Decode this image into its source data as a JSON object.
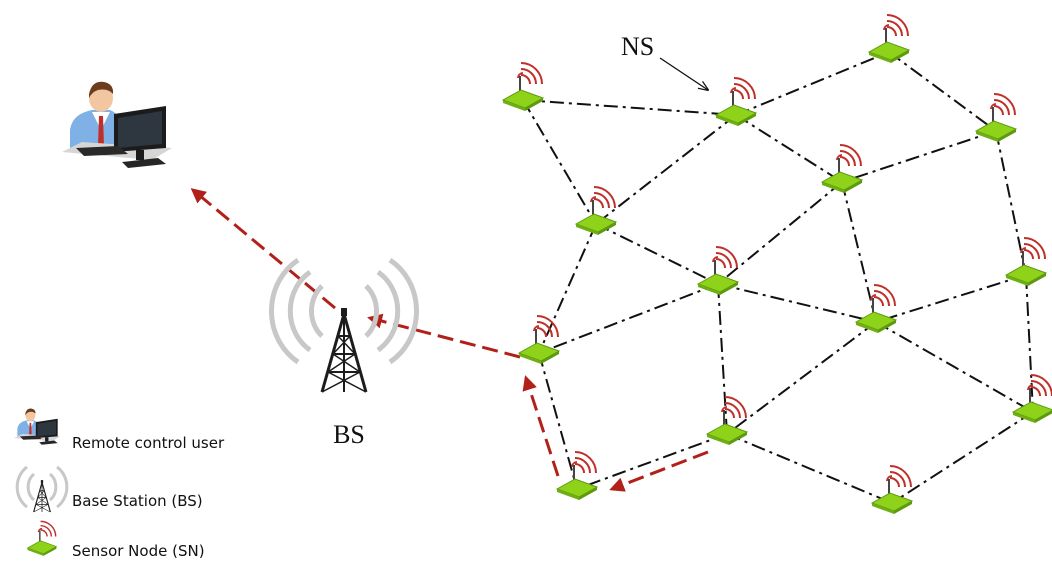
{
  "labels": {
    "ns": "NS",
    "bs": "BS"
  },
  "legend": {
    "user": "Remote control user",
    "base_station": "Base Station (BS)",
    "sensor_node": "Sensor Node (SN)"
  },
  "colors": {
    "node_fill": "#8ed21a",
    "node_dark": "#5e9a10",
    "signal": "#c0302a",
    "route": "#b2201a",
    "link": "#111111",
    "tower": "#1c1c1c",
    "tower_waves": "#c8c8c8"
  },
  "icons": {
    "user": "remote-user-icon",
    "tower": "base-station-icon",
    "node": "sensor-node-icon"
  }
}
